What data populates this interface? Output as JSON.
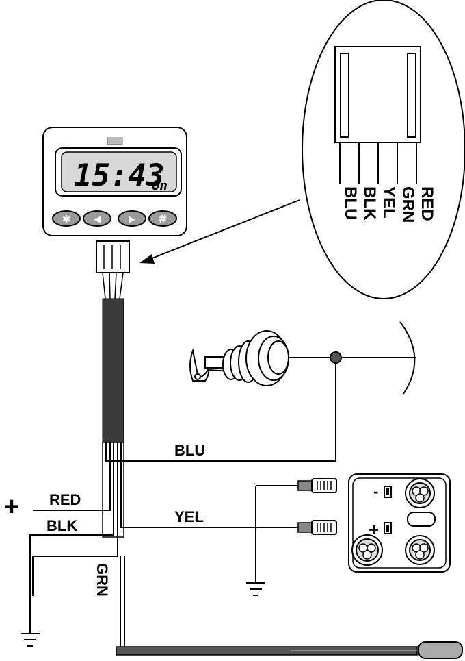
{
  "display": {
    "time": "15:43",
    "status": "On",
    "buttons": [
      {
        "icon": "star-icon",
        "glyph": "✱"
      },
      {
        "icon": "left-arrow-icon",
        "glyph": "◀"
      },
      {
        "icon": "right-arrow-icon",
        "glyph": "▶"
      },
      {
        "icon": "hash-icon",
        "glyph": "#"
      }
    ]
  },
  "connector_pins": [
    "BLU",
    "BLK",
    "YEL",
    "GRN",
    "RED"
  ],
  "wires": {
    "blu": "BLU",
    "red": "RED",
    "blk": "BLK",
    "yel": "YEL",
    "grn": "GRN"
  },
  "power_symbol": "+",
  "oil_sender": {
    "minus": "-",
    "plus": "+"
  },
  "colors": {
    "line": "#000000",
    "cable": "#3a3a3a",
    "panel": "#e6e6e6",
    "lcd": "#d8d8d8",
    "button": "#9a9a9a"
  }
}
